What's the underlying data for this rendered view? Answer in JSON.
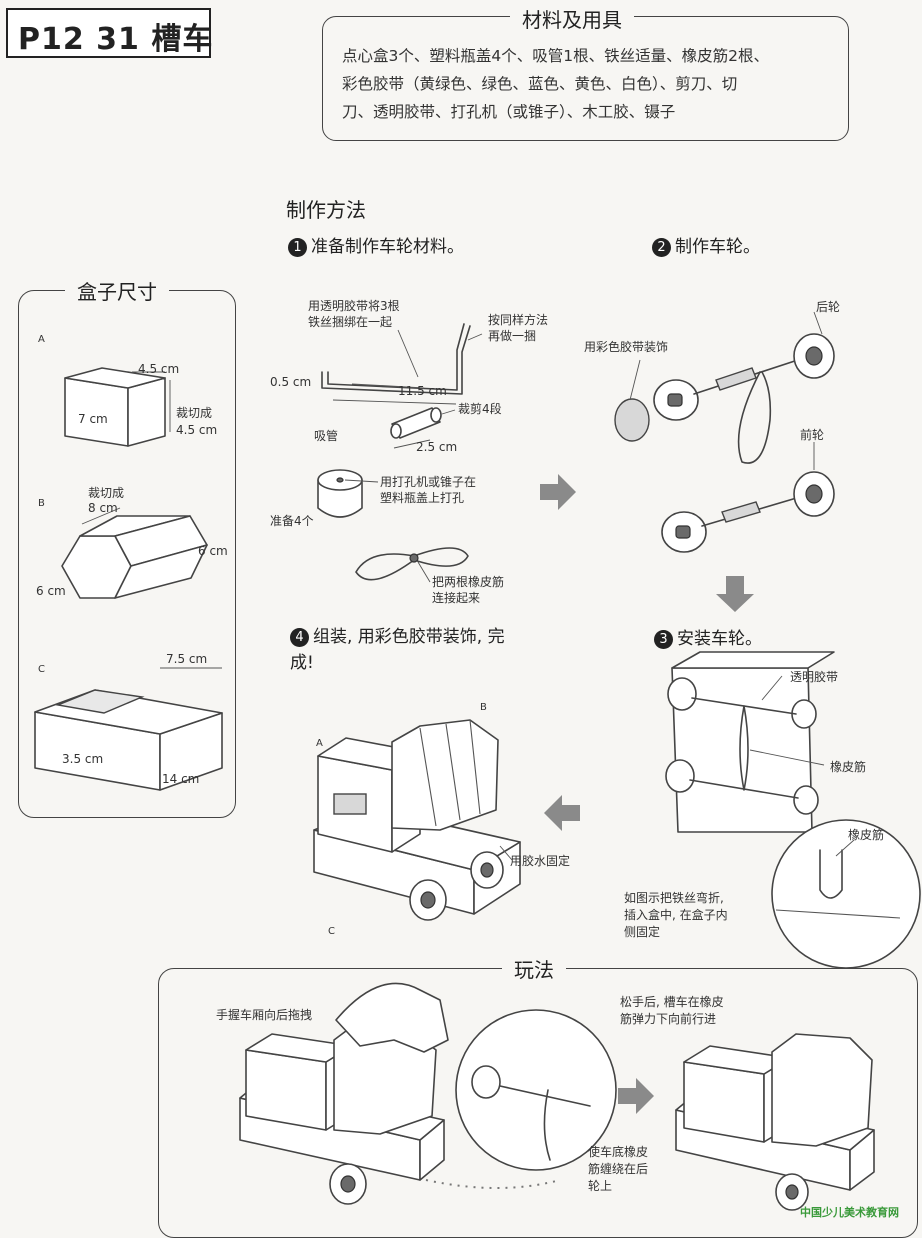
{
  "page_label": "P12  31  槽车",
  "materials": {
    "title": "材料及用具",
    "lines": [
      "点心盒3个、塑料瓶盖4个、吸管1根、铁丝适量、橡皮筋2根、",
      "彩色胶带（黄绿色、绿色、蓝色、黄色、白色）、剪刀、切",
      "刀、透明胶带、打孔机（或锥子）、木工胶、镊子"
    ]
  },
  "box_sizes": {
    "title": "盒子尺寸",
    "a": {
      "letter": "A",
      "w": "4.5 cm",
      "h": "7 cm",
      "cut": "裁切成\n4.5 cm"
    },
    "b": {
      "letter": "B",
      "cut": "裁切成",
      "len": "8 cm",
      "s1": "6 cm",
      "s2": "6 cm"
    },
    "c": {
      "letter": "C",
      "w": "7.5 cm",
      "h": "3.5 cm",
      "l": "14 cm"
    }
  },
  "method": {
    "title": "制作方法",
    "step1": {
      "num": "1",
      "text": "准备制作车轮材料。"
    },
    "step2": {
      "num": "2",
      "text": "制作车轮。"
    },
    "step3": {
      "num": "3",
      "text": "安装车轮。"
    },
    "step4": {
      "num": "4",
      "text_l1": "组装, 用彩色胶带装饰, 完",
      "text_l2": "成!"
    }
  },
  "step1_labels": {
    "wire_tape": "用透明胶带将3根\n铁丝捆绑在一起",
    "same_way": "按同样方法\n再做一捆",
    "d05": "0.5 cm",
    "d115": "11.5 cm",
    "cut4": "裁剪4段",
    "straw": "吸管",
    "d25": "2.5 cm",
    "punch": "用打孔机或锥子在\n塑料瓶盖上打孔",
    "prep4": "准备4个",
    "rubber": "把两根橡皮筋\n连接起来"
  },
  "step2_labels": {
    "rear": "后轮",
    "deco": "用彩色胶带装饰",
    "front": "前轮"
  },
  "step3_labels": {
    "tape": "透明胶带",
    "rubber1": "橡皮筋",
    "rubber2": "橡皮筋",
    "bend": "如图示把铁丝弯折,\n插入盒中, 在盒子内\n侧固定"
  },
  "step4_labels": {
    "a": "A",
    "b": "B",
    "c": "C",
    "glue": "用胶水固定"
  },
  "play": {
    "title": "玩法",
    "pull": "手握车厢向后拖拽",
    "wind": "使车底橡皮\n筋缠绕在后\n轮上",
    "release": "松手后, 槽车在橡皮\n筋弹力下向前行进"
  },
  "watermark": "中国少儿美术教育网",
  "colors": {
    "ink": "#222222",
    "page": "#f7f6f3",
    "arrow": "#8a8a8a"
  }
}
